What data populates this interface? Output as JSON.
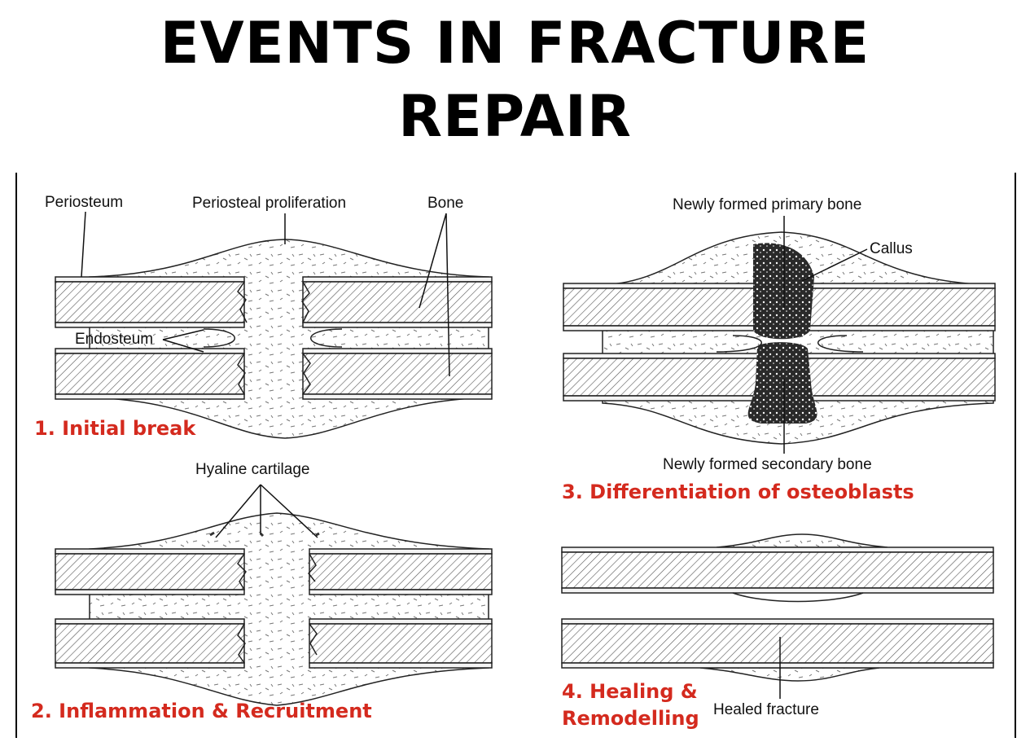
{
  "title": {
    "line1": "EVENTS IN FRACTURE",
    "line2": "REPAIR"
  },
  "colors": {
    "step_label": "#d42a1e",
    "ink": "#111111"
  },
  "panel1": {
    "step": "1. Initial break",
    "labels": {
      "periosteum": "Periosteum",
      "proliferation": "Periosteal proliferation",
      "bone": "Bone",
      "endosteum": "Endosteum"
    }
  },
  "panel2": {
    "step": "2. Inflammation & Recruitment",
    "labels": {
      "cartilage": "Hyaline cartilage"
    }
  },
  "panel3": {
    "step": "3. Differentiation of osteoblasts",
    "labels": {
      "primary": "Newly formed primary bone",
      "callus": "Callus",
      "secondary": "Newly formed secondary bone"
    }
  },
  "panel4": {
    "step_line1": "4. Healing &",
    "step_line2": "Remodelling",
    "labels": {
      "healed": "Healed fracture"
    }
  }
}
